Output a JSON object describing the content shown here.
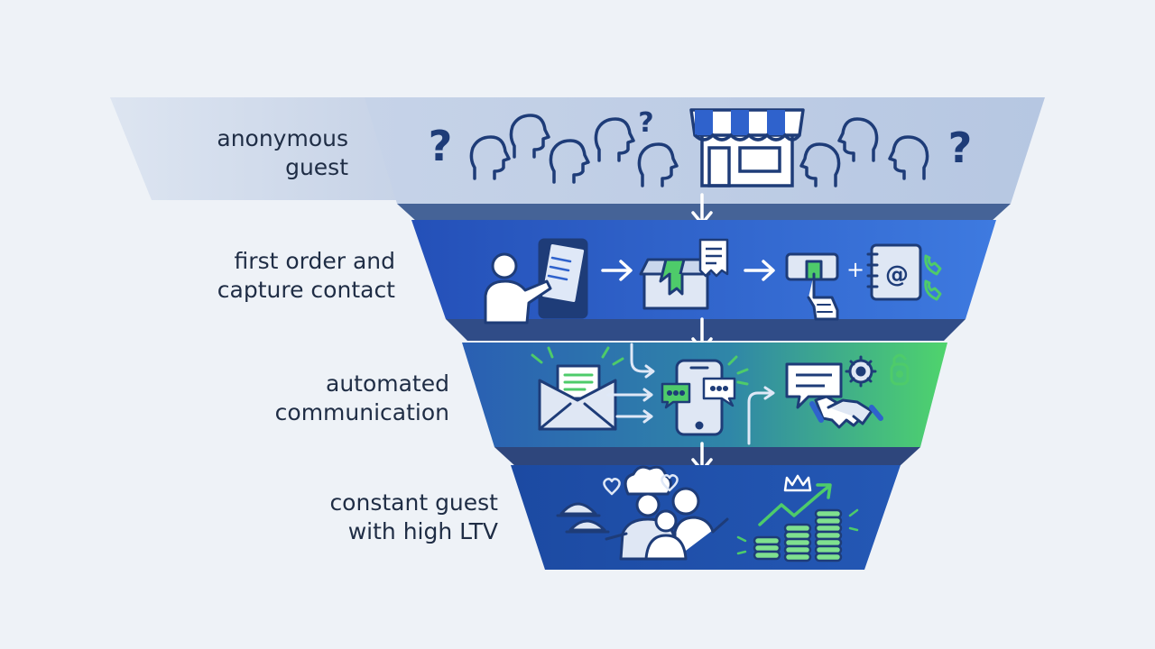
{
  "funnel": {
    "stages": [
      {
        "id": "anonymous",
        "label_lines": [
          "anonymous",
          "guest"
        ]
      },
      {
        "id": "first-order",
        "label_lines": [
          "first order and",
          "capture contact"
        ]
      },
      {
        "id": "automated",
        "label_lines": [
          "automated",
          "communication"
        ]
      },
      {
        "id": "constant",
        "label_lines": [
          "constant guest",
          "with high LTV"
        ]
      }
    ]
  },
  "icons": {
    "question": "?",
    "plus": "+",
    "at": "@"
  },
  "colors": {
    "background": "#eef2f7",
    "stage1": "#bccbe3",
    "stage2": "#2f62cc",
    "stage3_left": "#2c64b8",
    "stage3_right": "#4fca6c",
    "stage4": "#1f4ea8",
    "label_text": "#1f2d45",
    "accent_green": "#4ecb6a"
  }
}
